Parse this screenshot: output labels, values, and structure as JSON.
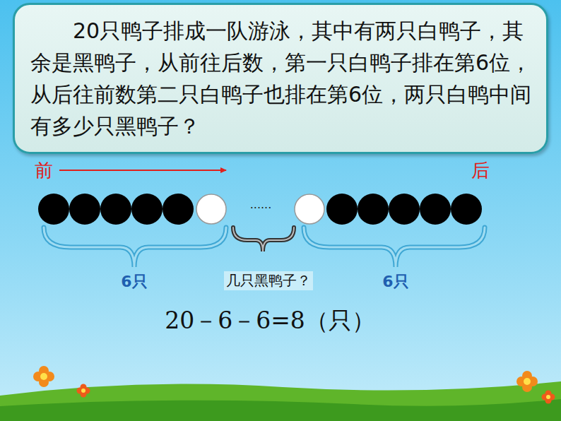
{
  "diagram": {
    "nodes": [
      {
        "text": [
          "20只鸭子排成一队游泳，其中有两只白鸭子，其余是黑鸭子，从前往后数，第一只白鸭子排在第6位，从后往前数第二只白鸭子也排在第6位，两只白鸭中间有多少只黑鸭子？"
        ]
      }
    ],
    "labels": [
      "前",
      "后",
      "......",
      "6只",
      "几只黑鸭子？",
      "6只",
      "20－6－6=8（只）"
    ]
  }
}
